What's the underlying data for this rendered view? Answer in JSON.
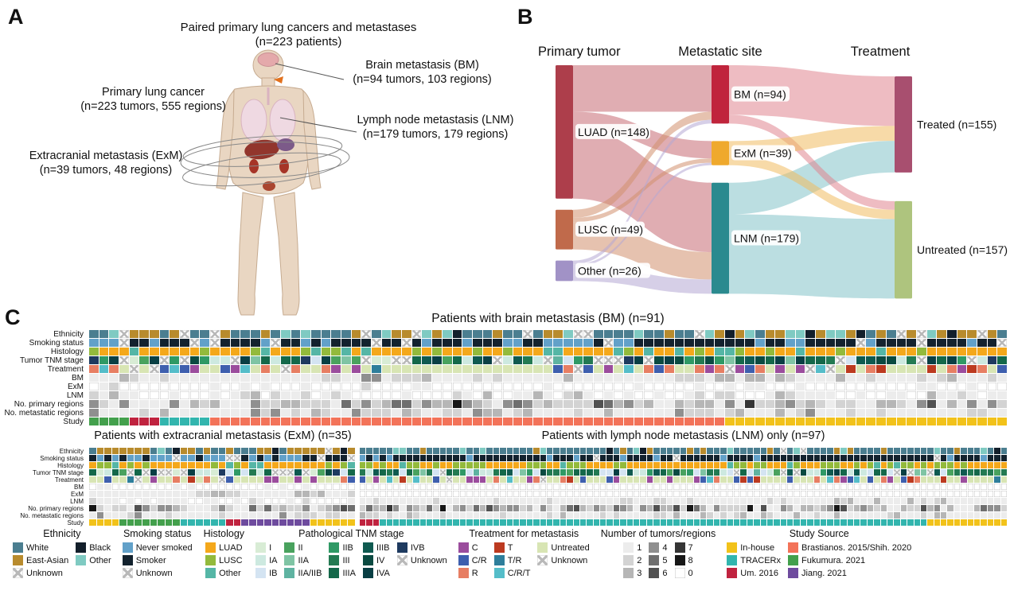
{
  "panels": {
    "a_label": "A",
    "b_label": "B",
    "c_label": "C"
  },
  "panelA": {
    "title_line1": "Paired primary lung cancers and metastases",
    "title_line2": "(n=223 patients)",
    "annotations": [
      {
        "id": "bm",
        "line1": "Brain metastasis (BM)",
        "line2": "(n=94 tumors, 103 regions)"
      },
      {
        "id": "primary",
        "line1": "Primary lung cancer",
        "line2": "(n=223 tumors, 555 regions)"
      },
      {
        "id": "lnm",
        "line1": "Lymph node metastasis (LNM)",
        "line2": "(n=179 tumors, 179 regions)"
      },
      {
        "id": "exm",
        "line1": "Extracranial metastasis (ExM)",
        "line2": "(n=39 tumors, 48 regions)"
      }
    ]
  },
  "palettes": {
    "ethnicity": {
      "White": "#4b7e90",
      "East-Asian": "#b88b2d",
      "Black": "#131f2b",
      "Other": "#7fcac2",
      "Unknown": "pattern"
    },
    "smoking": {
      "Never smoked": "#62a1c9",
      "Smoker": "#13222e",
      "Unknown": "pattern"
    },
    "histology": {
      "LUAD": "#f4a81b",
      "LUSC": "#93ba3c",
      "Other": "#55b6a6"
    },
    "stage": {
      "I": "#d8ecd5",
      "IA": "#cde9e0",
      "IB": "#d4e4f2",
      "II": "#49a25e",
      "IIA": "#7fc4a4",
      "IIA/IIB": "#5fb3a1",
      "IIB": "#2f9965",
      "III": "#237a52",
      "IIIA": "#14684a",
      "IIIB": "#0f5a50",
      "IV": "#0a4a41",
      "IVA": "#093f44",
      "IVB": "#1e3a5f",
      "Unknown": "pattern"
    },
    "treatment": {
      "C": "#9b4d9d",
      "C/R": "#3e5fae",
      "R": "#e77e63",
      "T": "#bc3a20",
      "T/R": "#2e7e9b",
      "C/R/T": "#55bdc9",
      "Untreated": "#d8e5b4",
      "Unknown": "pattern"
    },
    "counts": {
      "0": "zero",
      "1": "#ececec",
      "2": "#d3d3d3",
      "3": "#b6b6b6",
      "4": "#8f8f8f",
      "5": "#6f6f6f",
      "6": "#515151",
      "7": "#353535",
      "8": "#171717"
    },
    "study": {
      "In-house": "#f2c21a",
      "TRACERx": "#32b5ae",
      "Um. 2016": "#c0233f",
      "Brastianos. 2015/Shih. 2020": "#f37359",
      "Fukumura. 2021": "#43a04c",
      "Jiang. 2021": "#6e4b9e"
    }
  },
  "chart_data": [
    {
      "type": "sankey",
      "columns": [
        "Primary tumor",
        "Metastatic site",
        "Treatment"
      ],
      "nodes": [
        {
          "id": "LUAD",
          "label": "LUAD (n=148)",
          "n": 148,
          "col": 0,
          "color": "#ad3e4b"
        },
        {
          "id": "LUSC",
          "label": "LUSC (n=49)",
          "n": 49,
          "col": 0,
          "color": "#c06a4b"
        },
        {
          "id": "Other",
          "label": "Other (n=26)",
          "n": 26,
          "col": 0,
          "color": "#a192c6"
        },
        {
          "id": "BM",
          "label": "BM (n=94)",
          "n": 94,
          "col": 1,
          "color": "#c0243c"
        },
        {
          "id": "ExM",
          "label": "ExM (n=39)",
          "n": 39,
          "col": 1,
          "color": "#efa92d"
        },
        {
          "id": "LNM",
          "label": "LNM (n=179)",
          "n": 179,
          "col": 1,
          "color": "#2b8a8f"
        },
        {
          "id": "Treated",
          "label": "Treated (n=155)",
          "n": 155,
          "col": 2,
          "color": "#a84f6f"
        },
        {
          "id": "Untreated",
          "label": "Untreated (n=157)",
          "n": 157,
          "col": 2,
          "color": "#aec47e"
        }
      ],
      "link_values_estimated_from_ribbon_widths": true,
      "links": [
        {
          "source": "LUAD",
          "target": "BM",
          "value": 75,
          "color": "#c76a72"
        },
        {
          "source": "LUAD",
          "target": "ExM",
          "value": 28,
          "color": "#c76a72"
        },
        {
          "source": "LUAD",
          "target": "LNM",
          "value": 112,
          "color": "#c76a72"
        },
        {
          "source": "LUSC",
          "target": "BM",
          "value": 13,
          "color": "#d2906e"
        },
        {
          "source": "LUSC",
          "target": "ExM",
          "value": 7,
          "color": "#d2906e"
        },
        {
          "source": "LUSC",
          "target": "LNM",
          "value": 44,
          "color": "#d2906e"
        },
        {
          "source": "Other",
          "target": "BM",
          "value": 6,
          "color": "#b4a8d4"
        },
        {
          "source": "Other",
          "target": "ExM",
          "value": 4,
          "color": "#b4a8d4"
        },
        {
          "source": "Other",
          "target": "LNM",
          "value": 23,
          "color": "#b4a8d4"
        },
        {
          "source": "LNM",
          "target": "Treated",
          "value": 51,
          "color": "#84c2c8"
        },
        {
          "source": "LNM",
          "target": "Untreated",
          "value": 128,
          "color": "#84c2c8"
        },
        {
          "source": "BM",
          "target": "Treated",
          "value": 80,
          "color": "#e08590"
        },
        {
          "source": "BM",
          "target": "Untreated",
          "value": 14,
          "color": "#e08590"
        },
        {
          "source": "ExM",
          "target": "Treated",
          "value": 24,
          "color": "#f0bb60"
        },
        {
          "source": "ExM",
          "target": "Untreated",
          "value": 15,
          "color": "#f0bb60"
        }
      ]
    },
    {
      "type": "heatmap",
      "id": "bm",
      "title": "Patients with brain metastasis (BM) (n=91)",
      "n_patients": 91,
      "seed": 7,
      "rows": [
        "Ethnicity",
        "Smoking status",
        "Histology",
        "Tumor TNM stage",
        "Treatment",
        "BM",
        "ExM",
        "LNM",
        "No. primary regions",
        "No. metastatic regions",
        "Study"
      ],
      "row_specs": {
        "Ethnicity": {
          "palette": "ethnicity",
          "weights": {
            "White": 40,
            "East-Asian": 26,
            "Unknown": 14,
            "Black": 6,
            "Other": 14
          }
        },
        "Smoking status": {
          "palette": "smoking",
          "weights": {
            "Never smoked": 30,
            "Smoker": 60,
            "Unknown": 10
          }
        },
        "Histology": {
          "palette": "histology",
          "weights": {
            "LUAD": 72,
            "LUSC": 16,
            "Other": 12
          }
        },
        "Tumor TNM stage": {
          "palette": "stage",
          "weights": {
            "I": 4,
            "IA": 7,
            "IB": 6,
            "II": 5,
            "IIA": 4,
            "IIA/IIB": 2,
            "IIB": 5,
            "III": 9,
            "IIIA": 12,
            "IIIB": 6,
            "IV": 9,
            "IVA": 6,
            "IVB": 4,
            "Unknown": 21
          }
        },
        "Treatment": {
          "palette": "treatment",
          "weights": {
            "C": 12,
            "C/R": 10,
            "R": 14,
            "T": 6,
            "T/R": 4,
            "C/R/T": 6,
            "Untreated": 40,
            "Unknown": 8
          }
        },
        "BM": {
          "palette": "counts",
          "weights": {
            "1": 75,
            "2": 15,
            "3": 6,
            "4": 4
          }
        },
        "ExM": {
          "palette": "counts",
          "weights": {
            "0": 80,
            "1": 16,
            "2": 4
          }
        },
        "LNM": {
          "palette": "counts",
          "weights": {
            "0": 45,
            "1": 40,
            "2": 10,
            "3": 5
          }
        },
        "No. primary regions": {
          "palette": "counts",
          "weights": {
            "1": 25,
            "2": 28,
            "3": 20,
            "4": 12,
            "5": 8,
            "6": 4,
            "7": 2,
            "8": 1
          }
        },
        "No. metastatic regions": {
          "palette": "counts",
          "weights": {
            "1": 60,
            "2": 24,
            "3": 10,
            "4": 6
          }
        },
        "Study": {
          "palette": "study",
          "runs": [
            [
              "Fukumura. 2021",
              4
            ],
            [
              "Um. 2016",
              3
            ],
            [
              "TRACERx",
              5
            ],
            [
              "Brastianos. 2015/Shih. 2020",
              51
            ],
            [
              "In-house",
              28
            ]
          ]
        }
      }
    },
    {
      "type": "heatmap",
      "id": "exm",
      "title": "Patients with extracranial metastasis (ExM) (n=35)",
      "n_patients": 35,
      "seed": 13,
      "rows": [
        "Ethnicity",
        "Smoking status",
        "Histology",
        "Tumor TNM stage",
        "Treatment",
        "BM",
        "ExM",
        "LNM",
        "No. primary regions",
        "No. metastatic regions",
        "Study"
      ],
      "row_specs": {
        "Ethnicity": {
          "palette": "ethnicity",
          "weights": {
            "East-Asian": 40,
            "White": 30,
            "Black": 8,
            "Other": 12,
            "Unknown": 10
          }
        },
        "Smoking status": {
          "palette": "smoking",
          "weights": {
            "Never smoked": 35,
            "Smoker": 55,
            "Unknown": 10
          }
        },
        "Histology": {
          "palette": "histology",
          "weights": {
            "LUAD": 65,
            "LUSC": 20,
            "Other": 15
          }
        },
        "Tumor TNM stage": {
          "palette": "stage",
          "weights": {
            "I": 4,
            "IA": 8,
            "IB": 6,
            "II": 5,
            "IIA": 5,
            "IIA/IIB": 3,
            "IIB": 6,
            "III": 10,
            "IIIA": 12,
            "IIIB": 6,
            "IV": 8,
            "IVA": 5,
            "IVB": 4,
            "Unknown": 18
          }
        },
        "Treatment": {
          "palette": "treatment",
          "weights": {
            "C": 15,
            "C/R": 8,
            "R": 8,
            "T": 8,
            "T/R": 4,
            "C/R/T": 5,
            "Untreated": 42,
            "Unknown": 10
          }
        },
        "BM": {
          "palette": "counts",
          "weights": {
            "0": 85,
            "1": 15
          }
        },
        "ExM": {
          "palette": "counts",
          "weights": {
            "1": 70,
            "2": 20,
            "3": 10
          }
        },
        "LNM": {
          "palette": "counts",
          "weights": {
            "0": 50,
            "1": 40,
            "2": 10
          }
        },
        "No. primary regions": {
          "palette": "counts",
          "weights": {
            "1": 22,
            "2": 26,
            "3": 20,
            "4": 14,
            "5": 9,
            "6": 5,
            "7": 2,
            "8": 2
          }
        },
        "No. metastatic regions": {
          "palette": "counts",
          "weights": {
            "1": 55,
            "2": 25,
            "3": 12,
            "4": 8
          }
        },
        "Study": {
          "palette": "study",
          "runs": [
            [
              "In-house",
              4
            ],
            [
              "Fukumura. 2021",
              8
            ],
            [
              "TRACERx",
              6
            ],
            [
              "Um. 2016",
              2
            ],
            [
              "Jiang. 2021",
              9
            ],
            [
              "In-house",
              6
            ]
          ]
        }
      }
    },
    {
      "type": "heatmap",
      "id": "lnm",
      "title": "Patients with lymph node metastasis (LNM) only (n=97)",
      "n_patients": 97,
      "seed": 21,
      "rows": [
        "Ethnicity",
        "Smoking status",
        "Histology",
        "Tumor TNM stage",
        "Treatment",
        "BM",
        "ExM",
        "LNM",
        "No. primary regions",
        "No. metastatic regions",
        "Study"
      ],
      "row_specs": {
        "Ethnicity": {
          "palette": "ethnicity",
          "weights": {
            "White": 70,
            "East-Asian": 12,
            "Other": 10,
            "Black": 3,
            "Unknown": 5
          }
        },
        "Smoking status": {
          "palette": "smoking",
          "weights": {
            "Never smoked": 15,
            "Smoker": 80,
            "Unknown": 5
          }
        },
        "Histology": {
          "palette": "histology",
          "weights": {
            "LUAD": 55,
            "LUSC": 35,
            "Other": 10
          }
        },
        "Tumor TNM stage": {
          "palette": "stage",
          "weights": {
            "I": 3,
            "IA": 10,
            "IB": 8,
            "II": 6,
            "IIA": 6,
            "IIA/IIB": 3,
            "IIB": 7,
            "III": 12,
            "IIIA": 18,
            "IIIB": 8,
            "IV": 4,
            "IVA": 3,
            "IVB": 2,
            "Unknown": 10
          }
        },
        "Treatment": {
          "palette": "treatment",
          "weights": {
            "Untreated": 55,
            "C": 12,
            "C/R": 10,
            "R": 5,
            "T": 5,
            "T/R": 3,
            "C/R/T": 5,
            "Unknown": 5
          }
        },
        "BM": {
          "palette": "counts",
          "weights": {
            "0": 100
          }
        },
        "ExM": {
          "palette": "counts",
          "weights": {
            "0": 100
          }
        },
        "LNM": {
          "palette": "counts",
          "weights": {
            "1": 80,
            "2": 14,
            "3": 6
          }
        },
        "No. primary regions": {
          "palette": "counts",
          "weights": {
            "1": 20,
            "2": 25,
            "3": 22,
            "4": 14,
            "5": 9,
            "6": 5,
            "7": 3,
            "8": 2
          }
        },
        "No. metastatic regions": {
          "palette": "counts",
          "weights": {
            "1": 75,
            "2": 18,
            "3": 7
          }
        },
        "Study": {
          "palette": "study",
          "runs": [
            [
              "Um. 2016",
              3
            ],
            [
              "TRACERx",
              82
            ],
            [
              "In-house",
              12
            ]
          ]
        }
      }
    }
  ],
  "legend": {
    "groups": [
      {
        "title": "Ethnicity",
        "palette": "ethnicity",
        "columns": [
          [
            "White",
            "East-Asian",
            "Unknown"
          ],
          [
            "Black",
            "Other"
          ]
        ]
      },
      {
        "title": "Smoking status",
        "palette": "smoking",
        "columns": [
          [
            "Never smoked",
            "Smoker",
            "Unknown"
          ]
        ]
      },
      {
        "title": "Histology",
        "palette": "histology",
        "columns": [
          [
            "LUAD",
            "LUSC",
            "Other"
          ]
        ]
      },
      {
        "title": "Pathological TNM stage",
        "palette": "stage",
        "columns": [
          [
            "I",
            "IA",
            "IB"
          ],
          [
            "II",
            "IIA",
            "IIA/IIB"
          ],
          [
            "IIB",
            "III",
            "IIIA"
          ],
          [
            "IIIB",
            "IV",
            "IVA"
          ],
          [
            "IVB",
            "Unknown"
          ]
        ]
      },
      {
        "title": "Treatment for metastasis",
        "palette": "treatment",
        "columns": [
          [
            "C",
            "C/R",
            "R"
          ],
          [
            "T",
            "T/R",
            "C/R/T"
          ],
          [
            "Untreated",
            "Unknown"
          ]
        ]
      },
      {
        "title": "Number of tumors/regions",
        "palette": "counts",
        "columns": [
          [
            "1",
            "2",
            "3"
          ],
          [
            "4",
            "5",
            "6"
          ],
          [
            "7",
            "8",
            "0"
          ]
        ]
      },
      {
        "title": "Study Source",
        "palette": "study",
        "columns": [
          [
            "In-house",
            "TRACERx",
            "Um. 2016"
          ],
          [
            "Brastianos. 2015/Shih. 2020",
            "Fukumura. 2021",
            "Jiang. 2021"
          ]
        ]
      }
    ]
  }
}
